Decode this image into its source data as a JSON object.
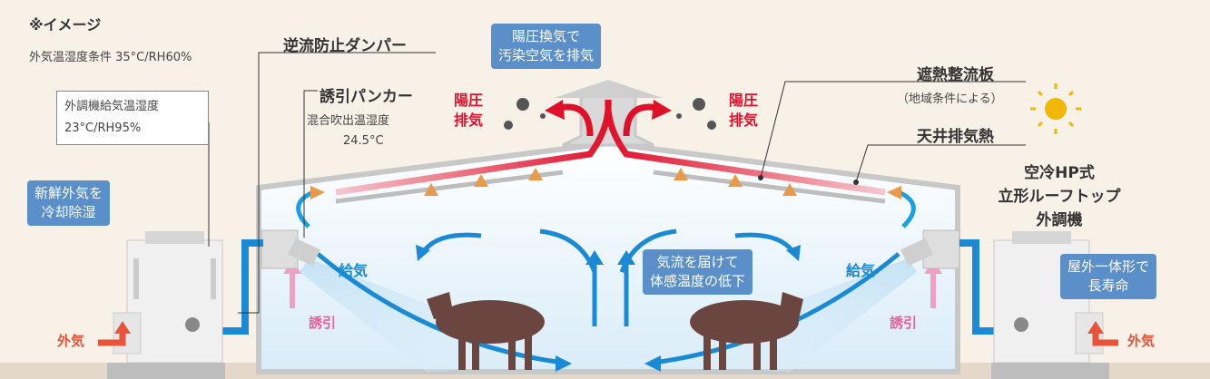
{
  "header": {
    "image_note": "※イメージ",
    "condition": "外気温湿度条件 35°C/RH60%"
  },
  "labels": {
    "damper": "逆流防止ダンパー",
    "punkah": "誘引パンカー",
    "mix_temp": "混合吹出温湿度",
    "mix_temp_value": "24.5°C",
    "outdoor_supply_title": "外調機給気温湿度",
    "outdoor_supply_value": "23°C/RH95%",
    "fresh_air": "新鮮外気を\n冷却除湿",
    "pos_pressure_bubble": "陽圧換気で\n汚染空気を排気",
    "pos_pressure_exhaust": "陽圧\n排気",
    "heat_plate": "遮熱整流板",
    "region_note": "（地域条件による）",
    "ceiling_heat": "天井排気熱",
    "unit_name": "空冷HP式\n立形ルーフトップ\n外調機",
    "supply": "給気",
    "induction": "誘引",
    "outside_air": "外気",
    "airflow_bubble": "気流を届けて\n体感温度の低下",
    "longevity_bubble": "屋外一体形で\n長寿命"
  },
  "colors": {
    "background": "#f8f1e8",
    "red_arrow": "#e0102a",
    "blue_arrow": "#1a8ad6",
    "bubble": "#5b8fc9",
    "cow": "#6b4540",
    "orange_arrow": "#e8533a",
    "pink_arrow": "#f0a0c0"
  },
  "icons": [
    "sun-icon",
    "cow-icon",
    "germ-icon",
    "fan-unit-icon"
  ]
}
